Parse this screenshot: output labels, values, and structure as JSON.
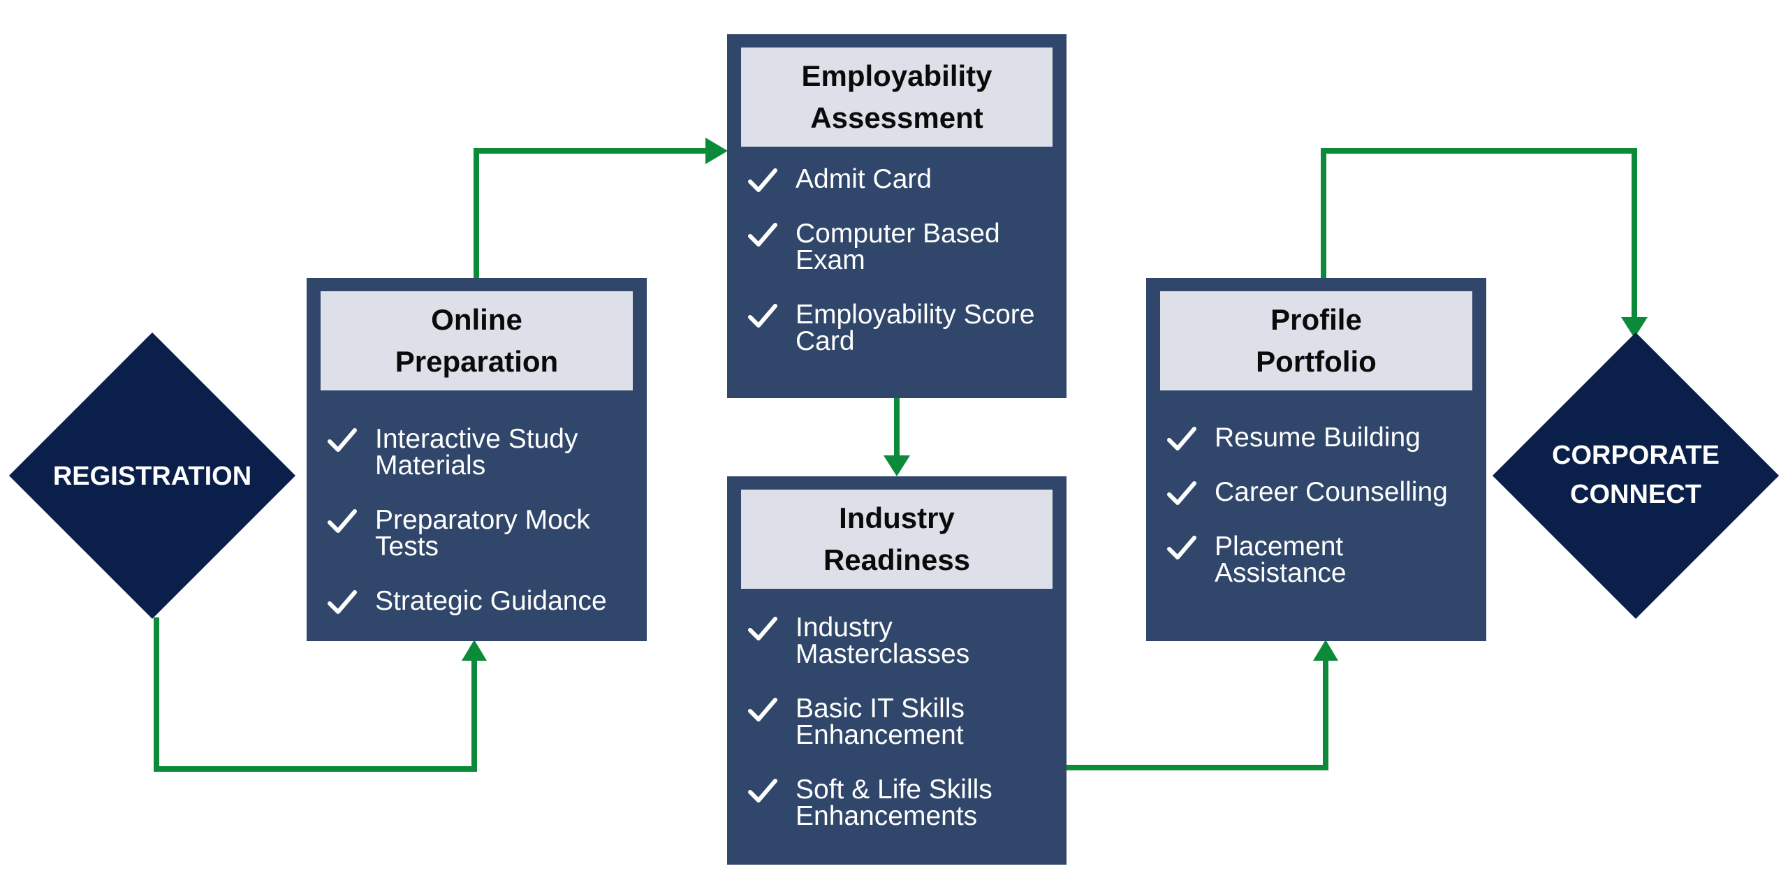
{
  "colors": {
    "diamond": "#0b1f4b",
    "box": "#30466a",
    "header": "#dde0e8",
    "connector": "#0b8a3a",
    "text_light": "#ffffff",
    "text_dark": "#0a0a0a"
  },
  "registration": {
    "label": "REGISTRATION"
  },
  "corporate": {
    "line1": "CORPORATE",
    "line2": "CONNECT"
  },
  "online": {
    "title1": "Online",
    "title2": "Preparation",
    "items": [
      {
        "line1": "Interactive Study",
        "line2": "Materials"
      },
      {
        "line1": "Preparatory Mock",
        "line2": "Tests"
      },
      {
        "line1": "Strategic Guidance"
      }
    ]
  },
  "employability": {
    "title1": "Employability",
    "title2": "Assessment",
    "items": [
      {
        "line1": "Admit Card"
      },
      {
        "line1": "Computer Based",
        "line2": "Exam"
      },
      {
        "line1": "Employability Score",
        "line2": "Card"
      }
    ]
  },
  "industry": {
    "title1": "Industry",
    "title2": "Readiness",
    "items": [
      {
        "line1": "Industry",
        "line2": "Masterclasses"
      },
      {
        "line1": "Basic IT Skills",
        "line2": "Enhancement"
      },
      {
        "line1": "Soft & Life Skills",
        "line2": "Enhancements"
      }
    ]
  },
  "profile": {
    "title1": "Profile",
    "title2": "Portfolio",
    "items": [
      {
        "line1": "Resume Building"
      },
      {
        "line1": "Career Counselling"
      },
      {
        "line1": "Placement",
        "line2": "Assistance"
      }
    ]
  }
}
